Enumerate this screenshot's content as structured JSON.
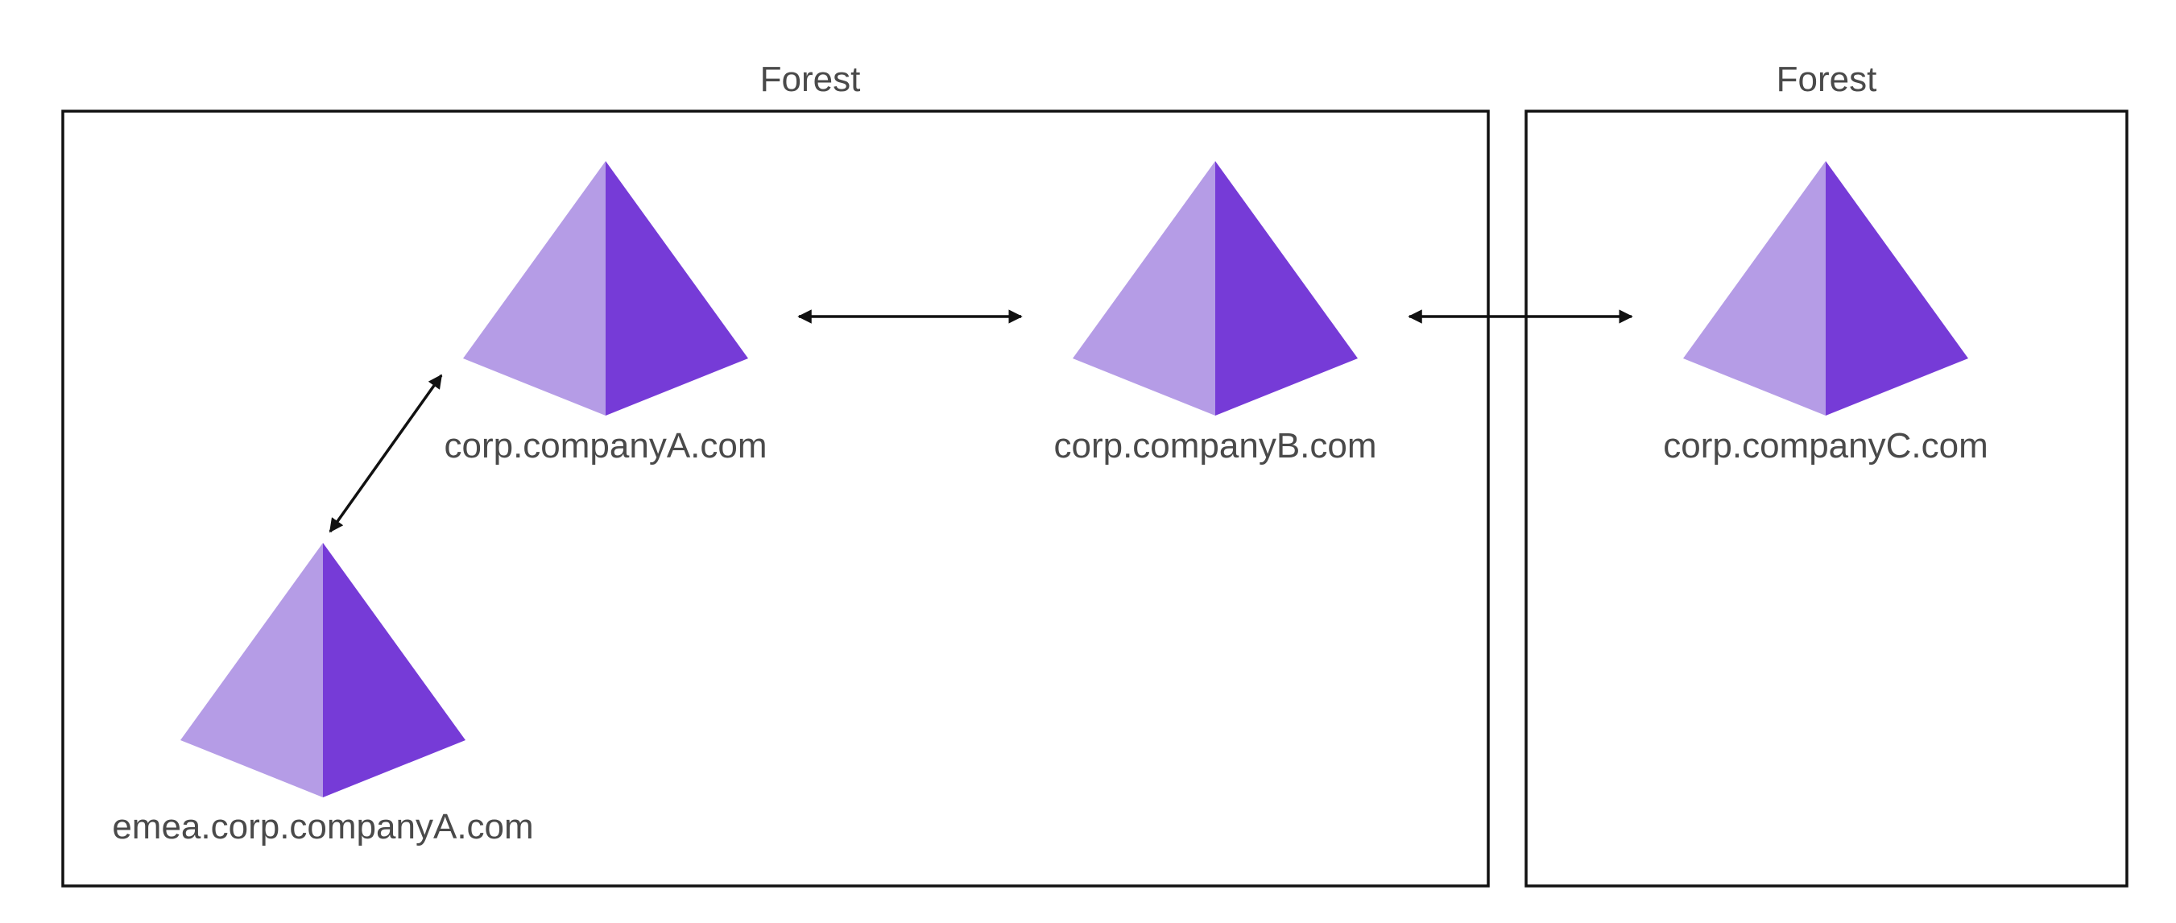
{
  "colors": {
    "pyramid_light": "#b59ce6",
    "pyramid_dark": "#763bd7",
    "frame": "#111111",
    "text": "#4a4a4a",
    "background": "#ffffff"
  },
  "forests": [
    {
      "title": "Forest"
    },
    {
      "title": "Forest"
    }
  ],
  "domains": [
    {
      "label": "corp.companyA.com",
      "icon": "domain-pyramid-icon"
    },
    {
      "label": "corp.companyB.com",
      "icon": "domain-pyramid-icon"
    },
    {
      "label": "corp.companyC.com",
      "icon": "domain-pyramid-icon"
    },
    {
      "label": "emea.corp.companyA.com",
      "icon": "domain-pyramid-icon"
    }
  ],
  "trusts": [
    {
      "from": "corp.companyA.com",
      "to": "corp.companyB.com",
      "direction": "two-way"
    },
    {
      "from": "corp.companyB.com",
      "to": "corp.companyC.com",
      "direction": "two-way"
    },
    {
      "from": "corp.companyA.com",
      "to": "emea.corp.companyA.com",
      "direction": "two-way"
    }
  ]
}
